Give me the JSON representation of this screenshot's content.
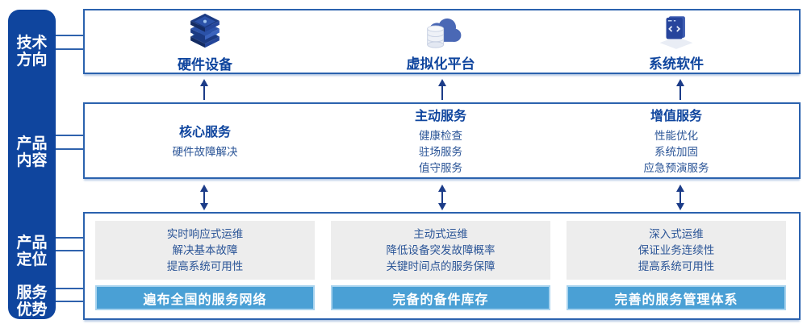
{
  "sidebar": {
    "items": [
      {
        "label": "技术方向"
      },
      {
        "label": "产品内容"
      },
      {
        "label": "产品定位"
      },
      {
        "label": "服务优势"
      }
    ]
  },
  "tech_row": {
    "items": [
      {
        "icon": "server-stack-icon",
        "label": "硬件设备"
      },
      {
        "icon": "cloud-database-icon",
        "label": "虚拟化平台"
      },
      {
        "icon": "code-window-icon",
        "label": "系统软件"
      }
    ]
  },
  "content_row": {
    "columns": [
      {
        "title": "核心服务",
        "items": [
          "硬件故障解决"
        ]
      },
      {
        "title": "主动服务",
        "items": [
          "健康检查",
          "驻场服务",
          "值守服务"
        ]
      },
      {
        "title": "增值服务",
        "items": [
          "性能优化",
          "系统加固",
          "应急预演服务"
        ]
      }
    ]
  },
  "bottom_row": {
    "columns": [
      {
        "lines": [
          "实时响应式运维",
          "解决基本故障",
          "提高系统可用性"
        ],
        "bar": "遍布全国的服务网络"
      },
      {
        "lines": [
          "主动式运维",
          "降低设备突发故障概率",
          "关键时间点的服务保障"
        ],
        "bar": "完备的备件库存"
      },
      {
        "lines": [
          "深入式运维",
          "保证业务连续性",
          "提高系统可用性"
        ],
        "bar": "完善的服务管理体系"
      }
    ]
  },
  "colors": {
    "sidebar_blue": "#0f459e",
    "panel_border": "#2b62ae",
    "connector_blue": "#2f62ad",
    "arrow_navy": "#1c3c88",
    "title_text": "#0f459e",
    "body_text": "#2b5597",
    "gray_panel": "#ededed",
    "bar_blue": "#4aa0d5",
    "bar_border": "#a8d3ee",
    "bar_text": "#ffffff"
  }
}
